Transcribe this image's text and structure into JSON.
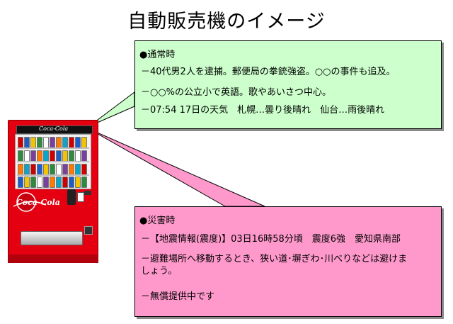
{
  "title": "自動販売機のイメージ",
  "normal": {
    "heading": "●通常時",
    "items": [
      "－40代男2人を逮捕。郵便局の拳銃強盗。○○の事件も追及。",
      "－○○%の公立小で英語。歌やあいさつ中心。",
      "－07:54 17日の天気　札幌…曇り後晴れ　仙台…雨後晴れ"
    ]
  },
  "disaster": {
    "heading": "●災害時",
    "items": [
      "－【地震情報(震度)】03日16時58分頃　震度6強　愛知県南部",
      "－避難場所へ移動するとき、狭い道･塀ぎわ･川べりなどは避けましょう。",
      "－無償提供中です"
    ]
  },
  "vending_machine": {
    "logo": "Coca-Cola",
    "colors": {
      "body": "#e40011",
      "normal_box": "#ccffcc",
      "disaster_box": "#ff99cc"
    }
  }
}
